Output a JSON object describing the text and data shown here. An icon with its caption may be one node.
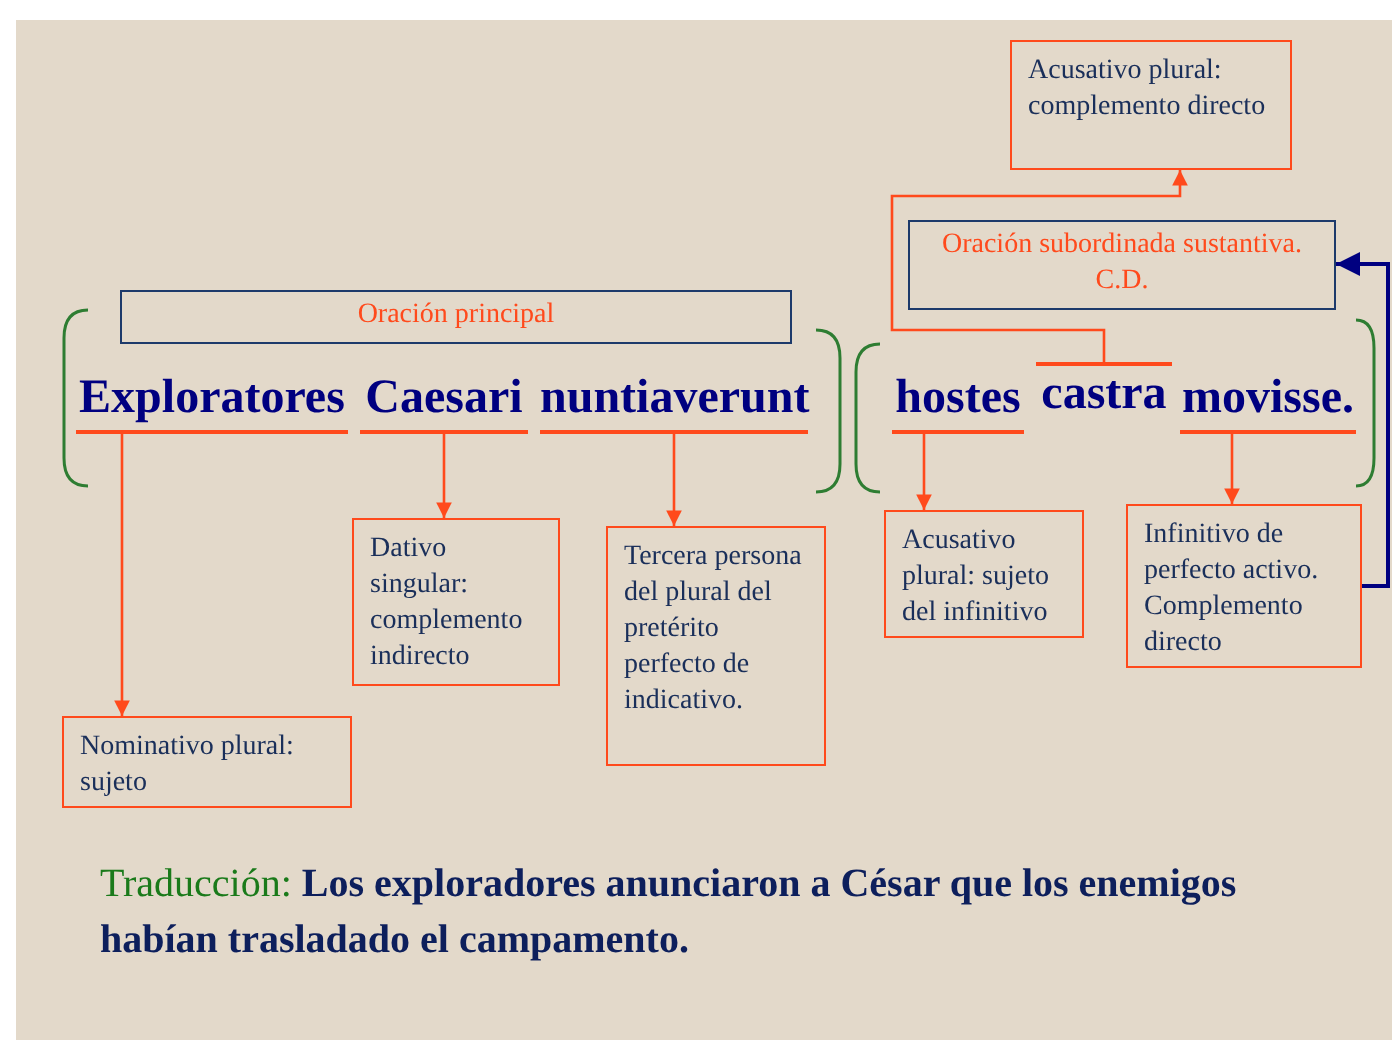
{
  "diagram": {
    "nodes": [
      {
        "text": [
          "Acusativo plural: complemento directo"
        ]
      },
      {
        "text": [
          "Oración principal"
        ]
      },
      {
        "text": [
          "Oración subordinada sustantiva. C.D."
        ]
      },
      {
        "text": [
          "Exploratores"
        ]
      },
      {
        "text": [
          "Caesari"
        ]
      },
      {
        "text": [
          "nuntiaverunt"
        ]
      },
      {
        "text": [
          "hostes"
        ]
      },
      {
        "text": [
          "castra"
        ]
      },
      {
        "text": [
          "movisse."
        ]
      },
      {
        "text": [
          "Dativo singular: complemento indirecto"
        ]
      },
      {
        "text": [
          "Tercera persona del plural del pretérito perfecto de indicativo."
        ]
      },
      {
        "text": [
          "Acusativo plural: sujeto del infinitivo"
        ]
      },
      {
        "text": [
          "Infinitivo de perfecto activo. Complemento directo"
        ]
      },
      {
        "text": [
          "Nominativo plural: sujeto"
        ]
      }
    ],
    "edges": [
      {
        "from": 3,
        "to": 13,
        "arrow": "to"
      },
      {
        "from": 4,
        "to": 9,
        "arrow": "to"
      },
      {
        "from": 5,
        "to": 10,
        "arrow": "to"
      },
      {
        "from": 6,
        "to": 11,
        "arrow": "to"
      },
      {
        "from": 8,
        "to": 12,
        "arrow": "to"
      },
      {
        "from": 7,
        "to": 0,
        "arrow": "to"
      },
      {
        "from": 12,
        "to": 2,
        "arrow": "to",
        "color": "#000080"
      }
    ],
    "labels": [
      "Traducción: **Los exploradores anunciaron a César que los enemigos habían trasladado el campamento.**"
    ]
  }
}
